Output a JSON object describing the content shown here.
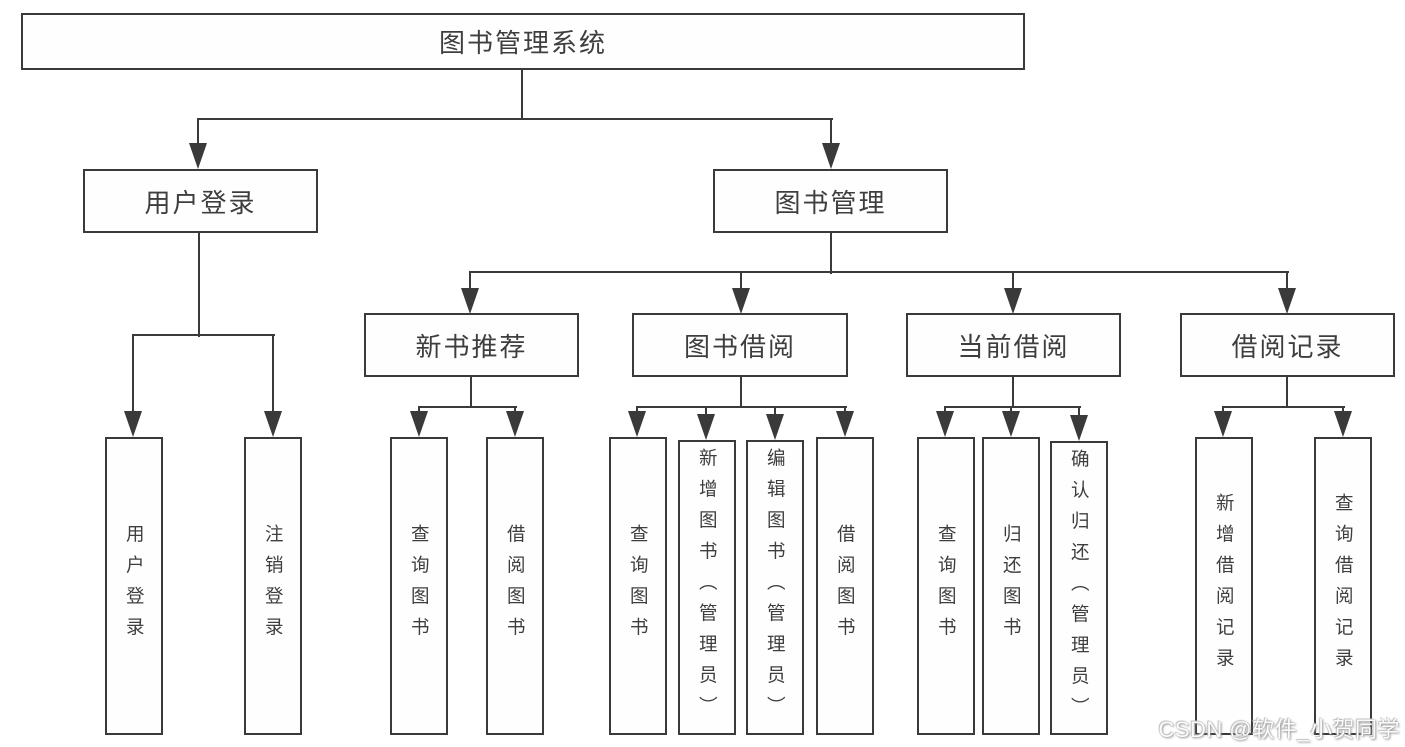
{
  "diagram": {
    "root": "图书管理系统",
    "level2": {
      "user_login": "用户登录",
      "book_management": "图书管理"
    },
    "level3": {
      "new_books": "新书推荐",
      "book_borrowing": "图书借阅",
      "current_borrowing": "当前借阅",
      "borrowing_records": "借阅记录"
    },
    "leaves": {
      "user_login": "用户登录",
      "logout": "注销登录",
      "nb_query_books": "查询图书",
      "nb_borrow_books": "借阅图书",
      "bb_query_books": "查询图书",
      "bb_add_books_admin": "新增图书（管理员）",
      "bb_edit_books_admin": "编辑图书（管理员）",
      "bb_borrow_books": "借阅图书",
      "cb_query_books": "查询图书",
      "cb_return_books": "归还图书",
      "cb_confirm_return_admin": "确认归还（管理员）",
      "br_add_record": "新增借阅记录",
      "br_query_record": "查询借阅记录"
    }
  },
  "watermark": "CSDN @软件_小贺同学",
  "colors": {
    "line": "#3a3a3a",
    "text": "#3e3e3e",
    "background": "#ffffff"
  }
}
